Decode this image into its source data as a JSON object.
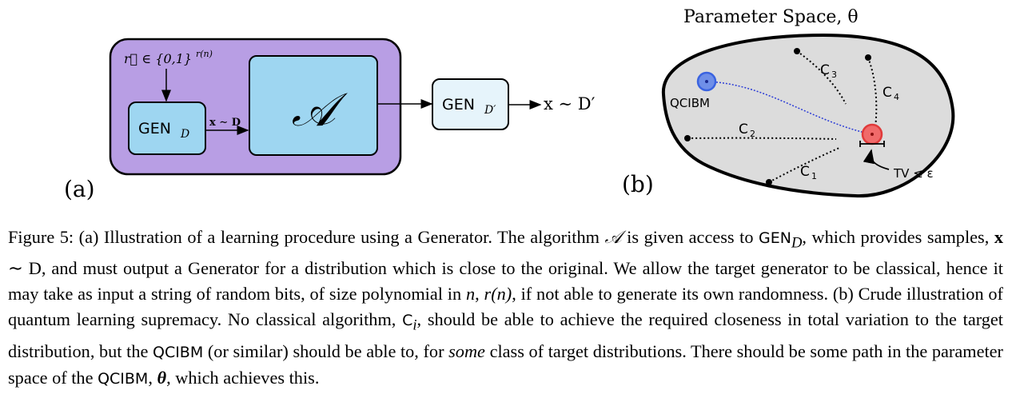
{
  "panel_a": {
    "label": "(a)",
    "input_label": "r⃗ ∈ {0,1}",
    "input_label_sup": "r(n)",
    "gen_d_base": "GEN",
    "gen_d_sub": "D",
    "sample_label": "x ∼ D",
    "algorithm_label": "𝒜",
    "gen_dprime_base": "GEN",
    "gen_dprime_sub": "D′",
    "output_label": "x ∼ D′",
    "colors": {
      "outer": "#b89ee4",
      "inner": "#9ed6f1",
      "gen_box_light": "#e6f4fb"
    }
  },
  "panel_b": {
    "label": "(b)",
    "title": "Parameter Space, θ",
    "qcibm_label": "QCIBM",
    "classical_labels": [
      "C",
      "C",
      "C",
      "C"
    ],
    "classical_subs": [
      "3",
      "4",
      "2",
      "1"
    ],
    "tv_label": "TV ≤ ε",
    "colors": {
      "space": "#dcdcdc",
      "qcibm_dot": "#3a63e0",
      "target_dot": "#f06a6a",
      "path": "#2a3bd6"
    }
  },
  "caption": {
    "p1": "Figure 5: (a) Illustration of a learning procedure using a Generator. The algorithm ",
    "alg": "𝒜",
    "p2": " is given access to ",
    "gen": "GEN",
    "gen_sub": "D",
    "p3": ", which provides samples, ",
    "x": "x",
    "p4": " ∼ D, and must output a Generator for a distribution which is close to the original. We allow the target generator to be classical, hence it may take as input a string of random bits, of size polynomial in ",
    "n": "n",
    "p5": ", ",
    "rn": "r(n)",
    "p6": ", if not able to generate its own randomness. (b) Crude illustration of quantum learning supremacy. No classical algorithm, ",
    "ci": "C",
    "ci_sub": "i",
    "p7": ", should be able to achieve the required closeness in total variation to the target distribution, but the ",
    "qcibm1": "QCIBM",
    "p8": " (or similar) should be able to, for ",
    "some": "some",
    "p9": " class of target distributions. There should be some path in the parameter space of the ",
    "qcibm2": "QCIBM",
    "p10": ", ",
    "theta": "θ",
    "p11": ", which achieves this."
  }
}
